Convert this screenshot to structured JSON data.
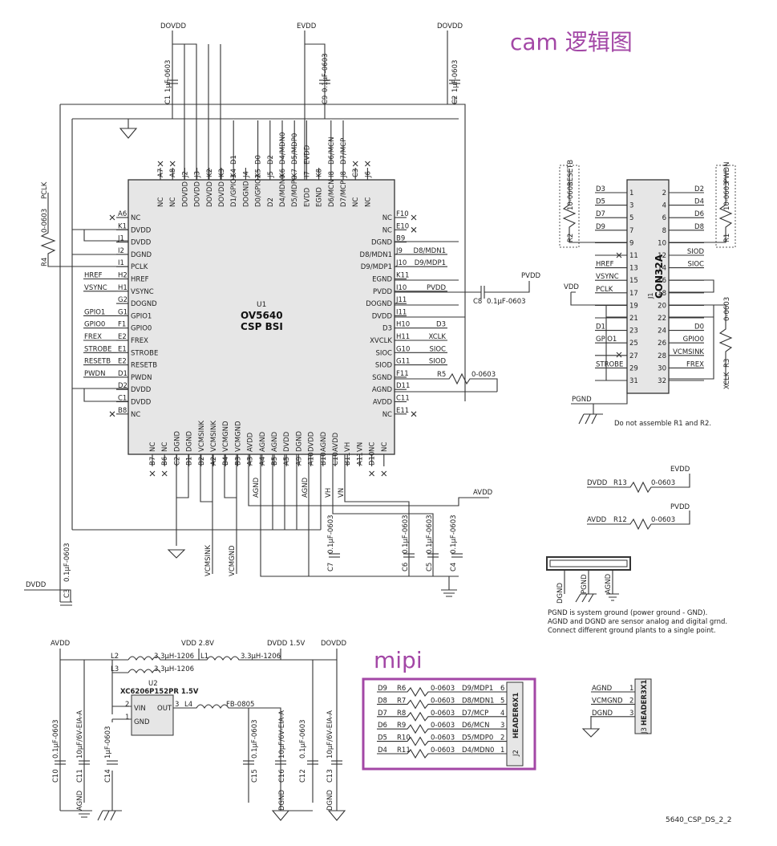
{
  "title": "cam 逻辑图",
  "mipi_title": "mipi",
  "footer": "5640_CSP_DS_2_2",
  "u1": {
    "ref": "U1",
    "name1": "OV5640",
    "name2": "CSP BSI"
  },
  "u1_left": [
    {
      "ball": "A6",
      "name": "NC"
    },
    {
      "ball": "K1",
      "name": "DVDD"
    },
    {
      "ball": "J1",
      "name": "DVDD"
    },
    {
      "ball": "I2",
      "name": "DGND"
    },
    {
      "ball": "I1",
      "name": "PCLK"
    },
    {
      "ball": "H2",
      "name": "HREF"
    },
    {
      "ball": "H1",
      "name": "VSYNC"
    },
    {
      "ball": "G2",
      "name": "DOGND"
    },
    {
      "ball": "G1",
      "name": "GPIO1"
    },
    {
      "ball": "F1",
      "name": "GPIO0"
    },
    {
      "ball": "E2",
      "name": "FREX"
    },
    {
      "ball": "E1",
      "name": "STROBE"
    },
    {
      "ball": "E2",
      "name": "RESETB"
    },
    {
      "ball": "D1",
      "name": "PWDN"
    },
    {
      "ball": "D2",
      "name": "DVDD"
    },
    {
      "ball": "C1",
      "name": "DVDD"
    },
    {
      "ball": "B8",
      "name": "NC"
    }
  ],
  "u1_left_nets": [
    "",
    "",
    "",
    "",
    "",
    "HREF",
    "VSYNC",
    "",
    "GPIO1",
    "GPIO0",
    "FREX",
    "STROBE",
    "RESETB",
    "PWDN",
    "",
    "",
    ""
  ],
  "u1_right": [
    {
      "ball": "F10",
      "name": "NC"
    },
    {
      "ball": "E10",
      "name": "NC"
    },
    {
      "ball": "B9",
      "name": "DGND"
    },
    {
      "ball": "J9",
      "name": "D8/MDN1"
    },
    {
      "ball": "J10",
      "name": "D9/MDP1"
    },
    {
      "ball": "K11",
      "name": "EGND"
    },
    {
      "ball": "I10",
      "name": "PVDD"
    },
    {
      "ball": "J11",
      "name": "DOGND"
    },
    {
      "ball": "I11",
      "name": "DVDD"
    },
    {
      "ball": "H10",
      "name": "D3"
    },
    {
      "ball": "H11",
      "name": "XVCLK"
    },
    {
      "ball": "G10",
      "name": "SIOC"
    },
    {
      "ball": "G11",
      "name": "SIOD"
    },
    {
      "ball": "F11",
      "name": "SGND"
    },
    {
      "ball": "D11",
      "name": "AGND"
    },
    {
      "ball": "C11",
      "name": "AVDD"
    },
    {
      "ball": "E11",
      "name": "NC"
    }
  ],
  "u1_right_nets": [
    "",
    "",
    "",
    "D8/MDN1",
    "D9/MDP1",
    "",
    "PVDD",
    "",
    "",
    "D3",
    "XCLK",
    "SIOC",
    "SIOD",
    "",
    "",
    "",
    ""
  ],
  "u1_top": [
    {
      "ball": "A7",
      "name": "NC"
    },
    {
      "ball": "A8",
      "name": "NC"
    },
    {
      "ball": "J2",
      "name": "DOVDD"
    },
    {
      "ball": "J3",
      "name": "DOVDD"
    },
    {
      "ball": "K2",
      "name": "DOVDD"
    },
    {
      "ball": "K3",
      "name": "DOVDD"
    },
    {
      "ball": "K4",
      "name": "D1/GPIO3"
    },
    {
      "ball": "J4",
      "name": "DOGND"
    },
    {
      "ball": "K5",
      "name": "D0/GPIO2"
    },
    {
      "ball": "J5",
      "name": "D2"
    },
    {
      "ball": "K6",
      "name": "D4/MDN0"
    },
    {
      "ball": "K7",
      "name": "D5/MDP0"
    },
    {
      "ball": "I7",
      "name": "EVDD"
    },
    {
      "ball": "K8",
      "name": "EGND"
    },
    {
      "ball": "I8",
      "name": "D6/MCN"
    },
    {
      "ball": "J8",
      "name": "D7/MCP"
    },
    {
      "ball": "C3",
      "name": "NC"
    },
    {
      "ball": "J6",
      "name": "NC"
    }
  ],
  "u1_top_nets": [
    "",
    "",
    "",
    "",
    "",
    "",
    "D1",
    "",
    "D0",
    "D2",
    "D4/MDN0",
    "D5/MDP0",
    "EVDD",
    "",
    "D6/MCN",
    "D7/MCP",
    "",
    ""
  ],
  "u1_bottom": [
    {
      "ball": "B7",
      "name": "NC"
    },
    {
      "ball": "B6",
      "name": "NC"
    },
    {
      "ball": "C2",
      "name": "DGND"
    },
    {
      "ball": "B1",
      "name": "DGND"
    },
    {
      "ball": "B2",
      "name": "VCMSINK"
    },
    {
      "ball": "A2",
      "name": "VCMSINK"
    },
    {
      "ball": "B4",
      "name": "VCMGND"
    },
    {
      "ball": "B3",
      "name": "VCMGND"
    },
    {
      "ball": "A3",
      "name": "AVDD"
    },
    {
      "ball": "A4",
      "name": "AGND"
    },
    {
      "ball": "B5",
      "name": "AGND"
    },
    {
      "ball": "A5",
      "name": "DVDD"
    },
    {
      "ball": "A9",
      "name": "DGND"
    },
    {
      "ball": "A10",
      "name": "DVDD"
    },
    {
      "ball": "B10",
      "name": "AGND"
    },
    {
      "ball": "C10",
      "name": "AVDD"
    },
    {
      "ball": "B11",
      "name": "VH"
    },
    {
      "ball": "A11",
      "name": "VN"
    },
    {
      "ball": "D10",
      "name": "NC"
    },
    {
      "ball": "",
      "name": "NC"
    }
  ],
  "bottom_nets": {
    "vcmsink": "VCMSINK",
    "vcmgnd": "VCMGND",
    "agnd1": "AGND",
    "agnd2": "AGND",
    "vh": "VH",
    "vn": "VN",
    "avdd": "AVDD"
  },
  "top_nets": {
    "dovdd1": "DOVDD",
    "evdd": "EVDD",
    "dovdd2": "DOVDD"
  },
  "caps_top": [
    {
      "ref": "C1",
      "value": "1μF-0603"
    },
    {
      "ref": "C9",
      "value": "0.1μF-0603"
    },
    {
      "ref": "C2",
      "value": "1μF-0603"
    }
  ],
  "r4": {
    "ref": "R4",
    "value": "0-0603",
    "net": "PCLK"
  },
  "c3": {
    "ref": "C3",
    "value": "0.1μF-0603",
    "net": "DVDD"
  },
  "c8": {
    "ref": "C8",
    "value": "0.1μF-0603",
    "net": "PVDD"
  },
  "r5": {
    "ref": "R5",
    "value": "0-0603"
  },
  "caps_bottom": [
    {
      "ref": "C7",
      "value": "0.1μF-0603"
    },
    {
      "ref": "C6",
      "value": "0.1μF-0603"
    },
    {
      "ref": "C5",
      "value": "0.1μF-0603"
    },
    {
      "ref": "C4",
      "value": "0.1μF-0603"
    }
  ],
  "j1": {
    "ref": "J1",
    "name": "CON32A"
  },
  "j1_left": [
    {
      "pin": "1",
      "net": "D3"
    },
    {
      "pin": "3",
      "net": "D5"
    },
    {
      "pin": "5",
      "net": "D7"
    },
    {
      "pin": "7",
      "net": "D9"
    },
    {
      "pin": "9",
      "net": ""
    },
    {
      "pin": "11",
      "net": ""
    },
    {
      "pin": "13",
      "net": "HREF"
    },
    {
      "pin": "15",
      "net": "VSYNC"
    },
    {
      "pin": "17",
      "net": "PCLK"
    },
    {
      "pin": "19",
      "net": ""
    },
    {
      "pin": "21",
      "net": ""
    },
    {
      "pin": "23",
      "net": "D1"
    },
    {
      "pin": "25",
      "net": "GPIO1"
    },
    {
      "pin": "27",
      "net": ""
    },
    {
      "pin": "29",
      "net": "STROBE"
    },
    {
      "pin": "31",
      "net": ""
    }
  ],
  "j1_right": [
    {
      "pin": "2",
      "net": "D2"
    },
    {
      "pin": "4",
      "net": "D4"
    },
    {
      "pin": "6",
      "net": "D6"
    },
    {
      "pin": "8",
      "net": "D8"
    },
    {
      "pin": "10",
      "net": ""
    },
    {
      "pin": "12",
      "net": "SIOD"
    },
    {
      "pin": "14",
      "net": "SIOC"
    },
    {
      "pin": "16",
      "net": ""
    },
    {
      "pin": "18",
      "net": ""
    },
    {
      "pin": "20",
      "net": ""
    },
    {
      "pin": "22",
      "net": ""
    },
    {
      "pin": "24",
      "net": "D0"
    },
    {
      "pin": "26",
      "net": "GPIO0"
    },
    {
      "pin": "28",
      "net": "VCMSINK"
    },
    {
      "pin": "30",
      "net": "FREX"
    },
    {
      "pin": "32",
      "net": ""
    }
  ],
  "j1_misc": {
    "vdd": "VDD",
    "pgnd": "PGND",
    "note": "Do not assemble R1 and R2.",
    "r2": "R2",
    "r2v": "10-0603",
    "r2n": "RESETB",
    "r1": "R1",
    "r1v": "10-0603",
    "r1n": "PWDN",
    "r3": "R3",
    "r3v": "0-0603",
    "r3n": "XCLK"
  },
  "links": [
    {
      "net1": "DVDD",
      "ref": "R13",
      "value": "0-0603",
      "net2": "EVDD"
    },
    {
      "net1": "AVDD",
      "ref": "R12",
      "value": "0-0603",
      "net2": "PVDD"
    }
  ],
  "ground_bar": {
    "labels": [
      "DGND",
      "PGND",
      "AGND"
    ],
    "note": [
      "PGND is system ground (power ground - GND).",
      "AGND and DGND are sensor analog and digital grnd.",
      "Connect different ground plants to a single point."
    ]
  },
  "power": {
    "avdd": "AVDD",
    "vdd28": "VDD 2.8V",
    "dvdd15": "DVDD 1.5V",
    "dovdd": "DOVDD",
    "l2": {
      "ref": "L2",
      "value": "3.3μH-1206"
    },
    "l3": {
      "ref": "L3",
      "value": "3.3μH-1206"
    },
    "l1": {
      "ref": "L1",
      "value": "3.3μH-1206"
    },
    "l4": {
      "ref": "L4",
      "value": "FB-0805"
    },
    "u2": {
      "ref": "U2",
      "name": "XC6206P152PR 1.5V",
      "vin": "VIN",
      "gnd": "GND",
      "out": "OUT",
      "p1": "1",
      "p2": "2",
      "p3": "3"
    },
    "caps": [
      {
        "ref": "C10",
        "value": "0.1μF-0603"
      },
      {
        "ref": "C11",
        "value": "10μF/6V-EIA-A"
      },
      {
        "ref": "C14",
        "value": "1μF-0603"
      },
      {
        "ref": "C15",
        "value": "0.1μF-0603"
      },
      {
        "ref": "C16",
        "value": "10μF/6V-EIA-A"
      },
      {
        "ref": "C12",
        "value": "0.1μF-0603"
      },
      {
        "ref": "C13",
        "value": "10μF/6V-EIA-A"
      }
    ],
    "gnd_labels": [
      "AGND",
      "DGND",
      "DGND"
    ]
  },
  "mipi": {
    "j2": "J2",
    "j2name": "HEADER6X1",
    "rows": [
      {
        "l": "D9",
        "r": "R6",
        "v": "0-0603",
        "n": "D9/MDP1",
        "p": "6"
      },
      {
        "l": "D8",
        "r": "R7",
        "v": "0-0603",
        "n": "D8/MDN1",
        "p": "5"
      },
      {
        "l": "D7",
        "r": "R8",
        "v": "0-0603",
        "n": "D7/MCP",
        "p": "4"
      },
      {
        "l": "D6",
        "r": "R9",
        "v": "0-0603",
        "n": "D6/MCN",
        "p": "3"
      },
      {
        "l": "D5",
        "r": "R10",
        "v": "0-0603",
        "n": "D5/MDP0",
        "p": "2"
      },
      {
        "l": "D4",
        "r": "R11",
        "v": "0-0603",
        "n": "D4/MDN0",
        "p": "1"
      }
    ]
  },
  "j3": {
    "ref": "J3",
    "name": "HEADER3X1",
    "rows": [
      {
        "n": "AGND",
        "p": "1"
      },
      {
        "n": "VCMGND",
        "p": "2"
      },
      {
        "n": "DGND",
        "p": "3"
      }
    ]
  },
  "colors": {
    "accent": "#a347a6",
    "line": "#333333"
  }
}
